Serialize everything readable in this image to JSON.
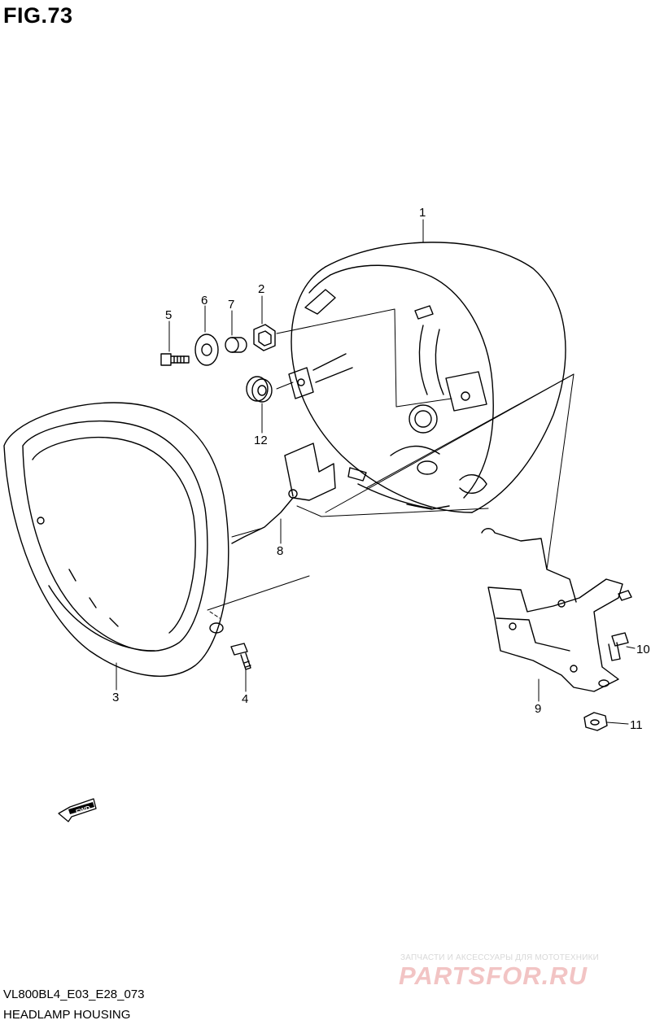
{
  "figure": {
    "title": "FIG.73"
  },
  "callouts": [
    "1",
    "2",
    "3",
    "4",
    "5",
    "6",
    "7",
    "8",
    "9",
    "10",
    "11",
    "12"
  ],
  "fwd_label": "FWD",
  "footer": {
    "code": "VL800BL4_E03_E28_073",
    "name": "HEADLAMP HOUSING"
  },
  "watermark": {
    "tagline": "ЗАПЧАСТИ И АКСЕССУАРЫ ДЛЯ МОТОТЕХНИКИ",
    "brand": "PARTSFOR.RU"
  }
}
